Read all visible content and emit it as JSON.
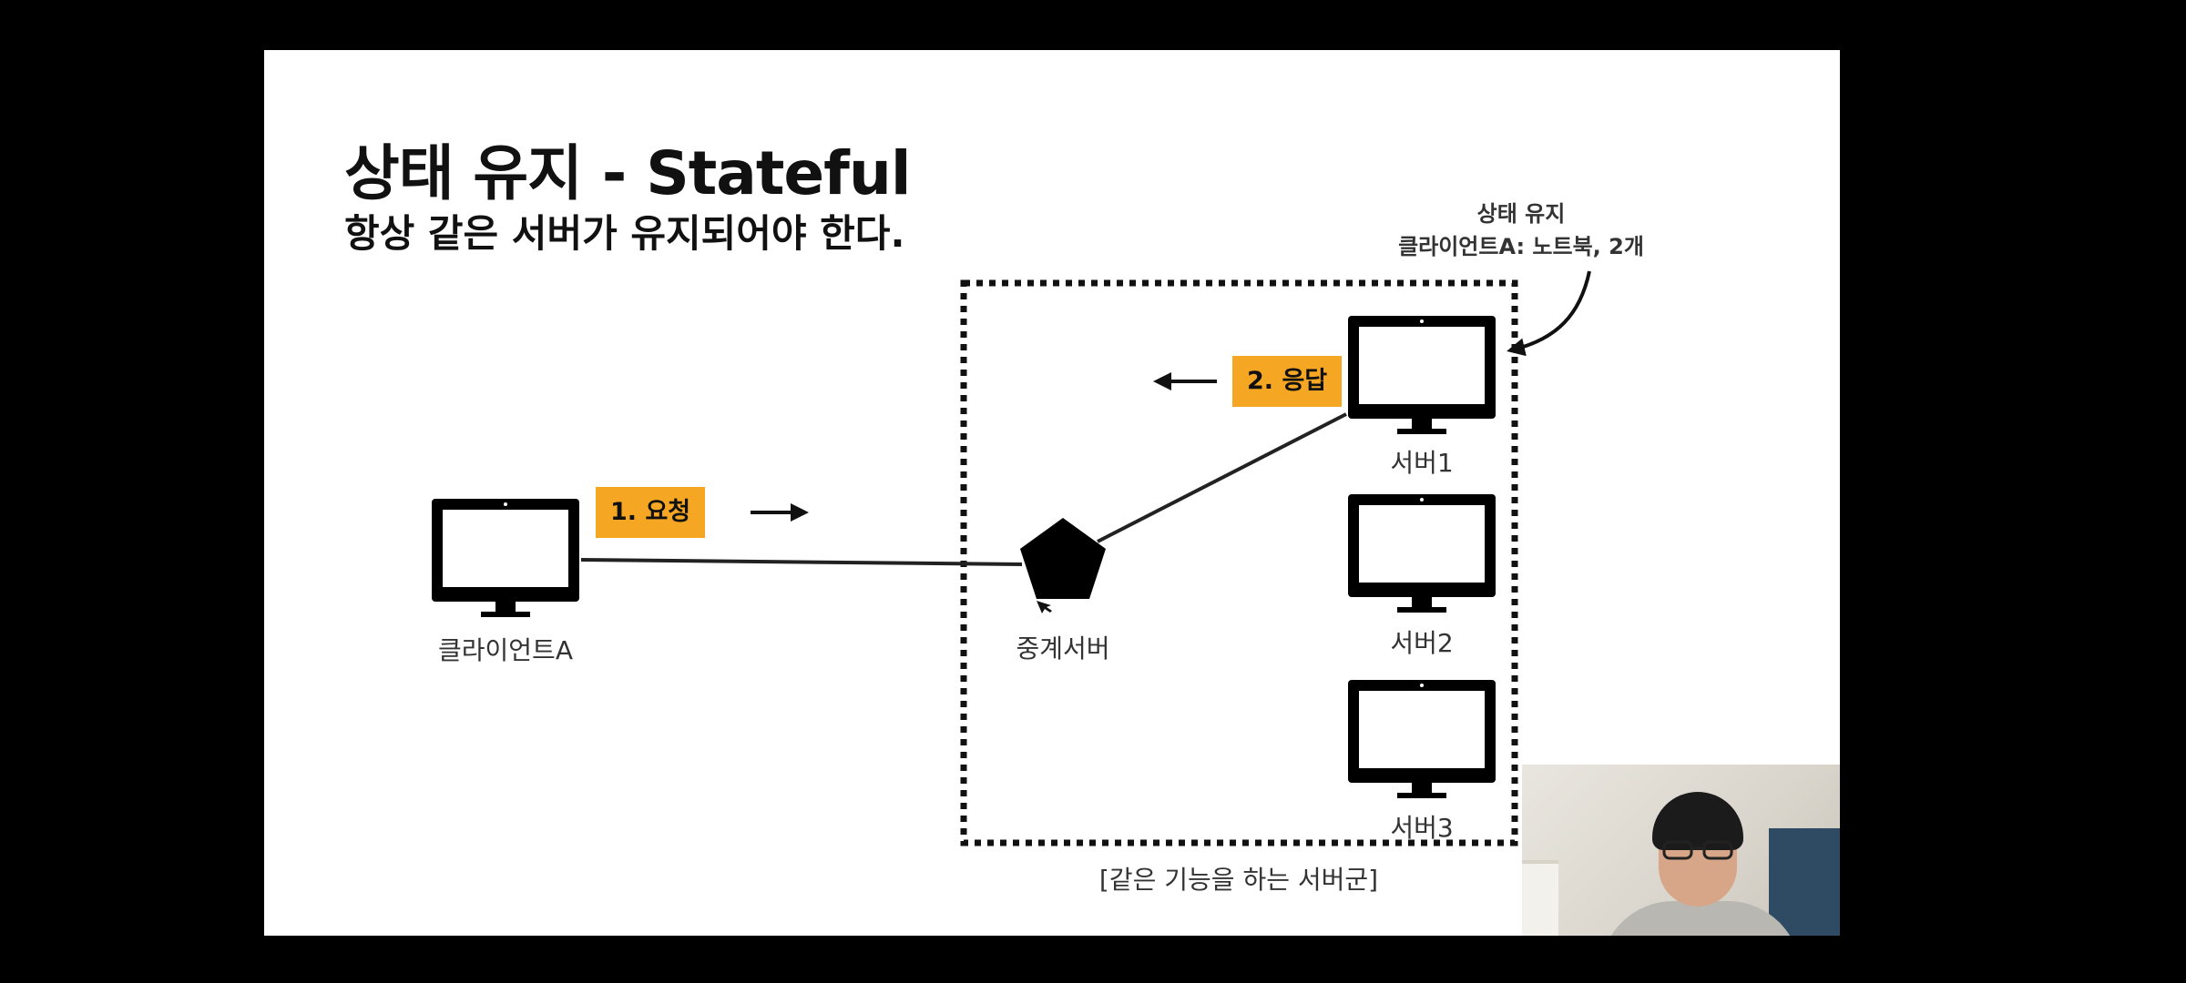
{
  "slide": {
    "title": "상태 유지 - Stateful",
    "subtitle": "항상 같은 서버가 유지되어야 한다."
  },
  "annotation": {
    "line1": "상태 유지",
    "line2": "클라이언트A: 노트북, 2개"
  },
  "nodes": {
    "client": "클라이언트A",
    "proxy": "중계서버",
    "server1": "서버1",
    "server2": "서버2",
    "server3": "서버3"
  },
  "cluster_label": "[같은 기능을 하는 서버군]",
  "steps": {
    "request": "1. 요청",
    "response": "2. 응답"
  },
  "colors": {
    "tag": "#f5a623",
    "ink": "#111111"
  }
}
